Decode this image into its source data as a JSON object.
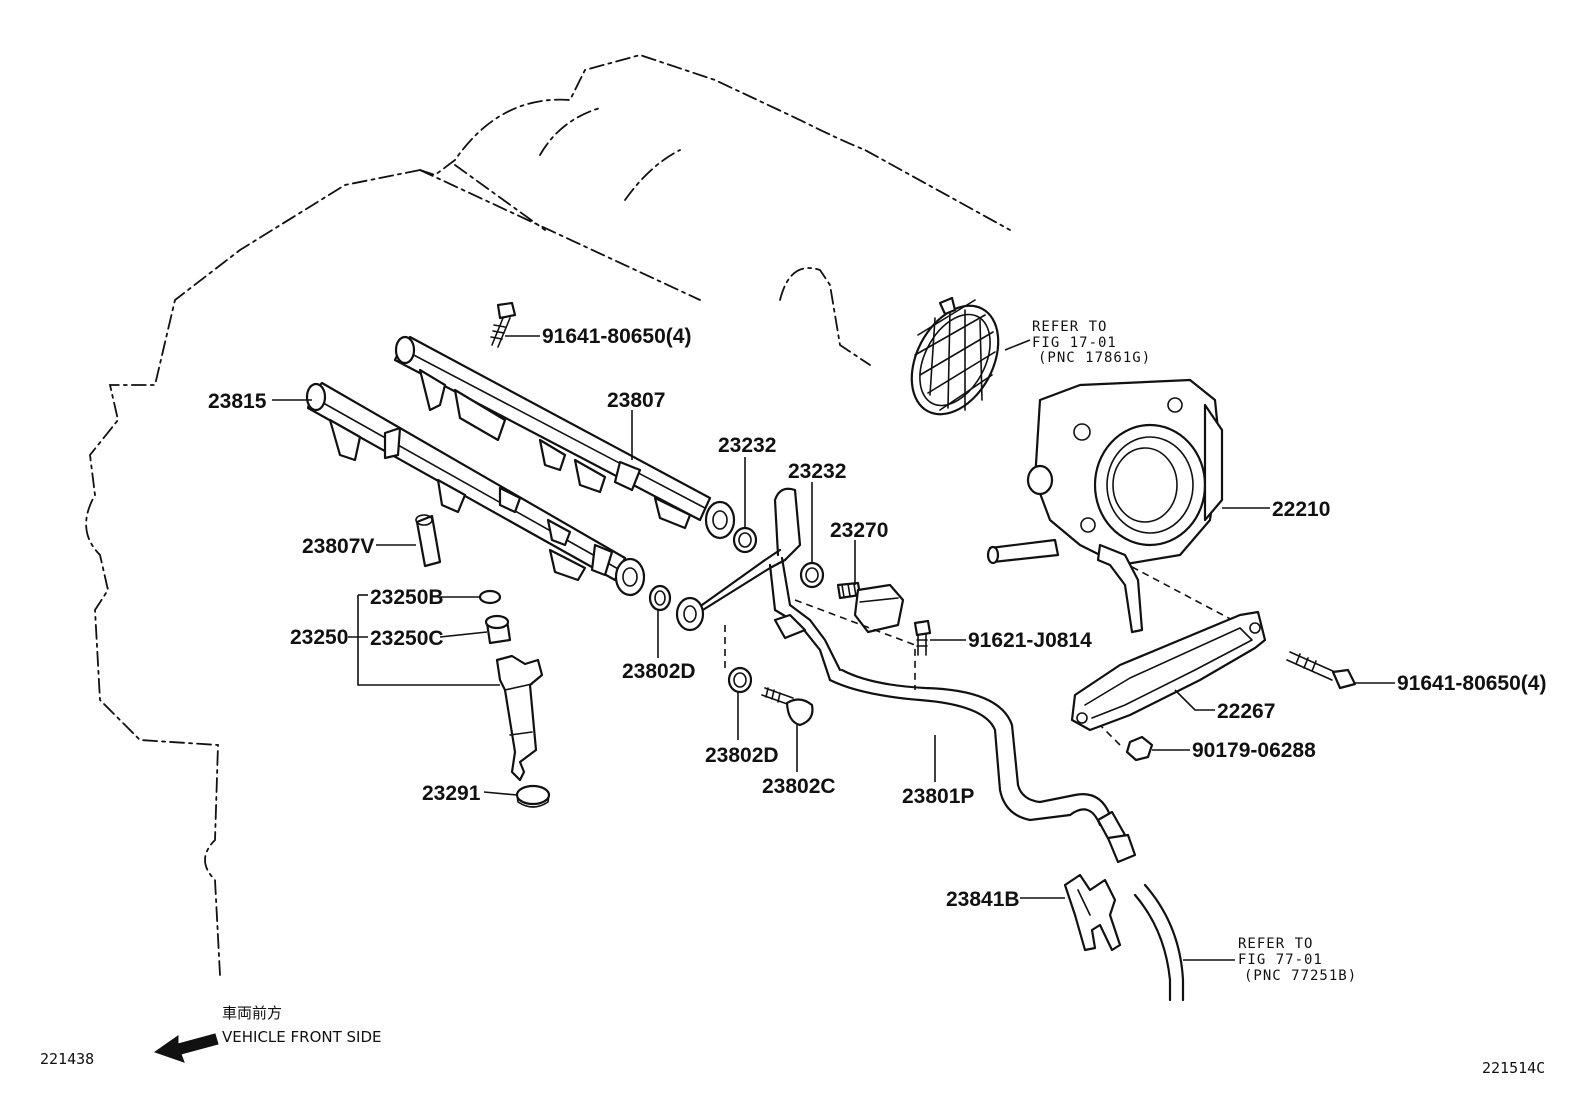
{
  "labels": {
    "p91641_top": "91641-80650(4)",
    "p23815": "23815",
    "p23807": "23807",
    "p23232_a": "23232",
    "p23232_b": "23232",
    "p23270": "23270",
    "p22210": "22210",
    "p23807v": "23807V",
    "p23250b": "23250B",
    "p23250": "23250",
    "p23250c": "23250C",
    "p23802d_a": "23802D",
    "p23802d_b": "23802D",
    "p23802c": "23802C",
    "p23291": "23291",
    "p91621": "91621-J0814",
    "p91641_right": "91641-80650(4)",
    "p22267": "22267",
    "p90179": "90179-06288",
    "p23801p": "23801P",
    "p23841b": "23841B"
  },
  "refs": {
    "top": [
      "REFER TO",
      "FIG 17-01",
      "(PNC 17861G)"
    ],
    "bottom": [
      "REFER TO",
      "FIG 77-01",
      "(PNC 77251B)"
    ]
  },
  "direction": {
    "jp": "車両前方",
    "en": "VEHICLE FRONT SIDE"
  },
  "codes": {
    "left": "221438",
    "right": "221514C"
  }
}
